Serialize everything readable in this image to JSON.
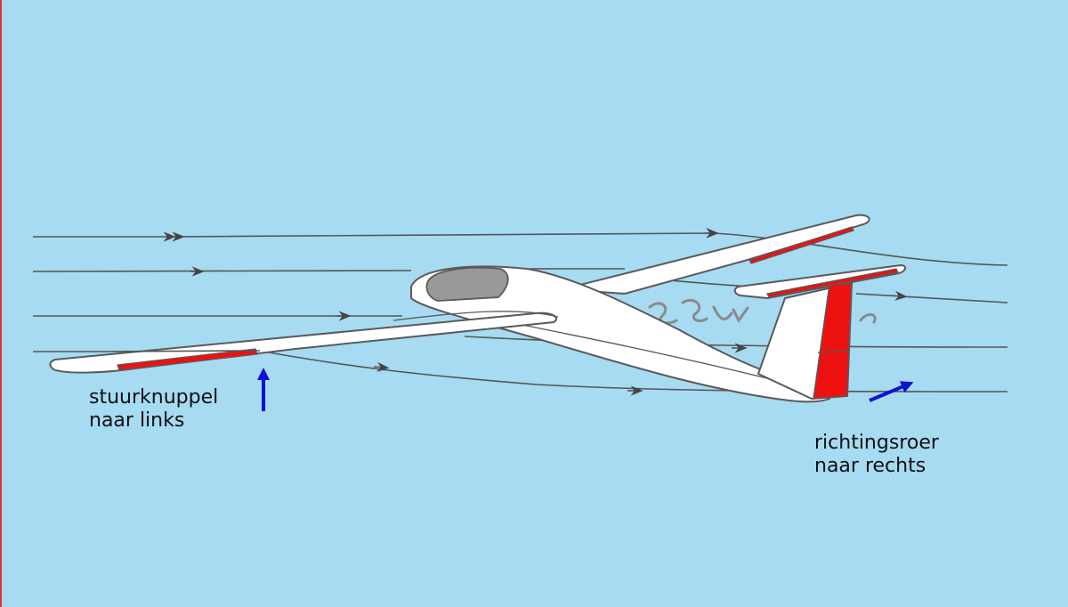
{
  "labels": {
    "stick": {
      "line1": "stuurknuppel",
      "line2": "naar links"
    },
    "rudder": {
      "line1": "richtingsroer",
      "line2": "naar rechts"
    }
  },
  "colors": {
    "background": "#a6dbf2",
    "airframe": "#ffffff",
    "outline": "#5a5a5a",
    "control_surface": "#ee1111",
    "canopy": "#999999",
    "streamline": "#555555",
    "deflection_arrow": "#1010d8",
    "turbulence": "#8a8a8a"
  },
  "icons": {
    "stick_arrow": "arrow-up-icon",
    "rudder_arrow": "arrow-up-right-icon"
  }
}
